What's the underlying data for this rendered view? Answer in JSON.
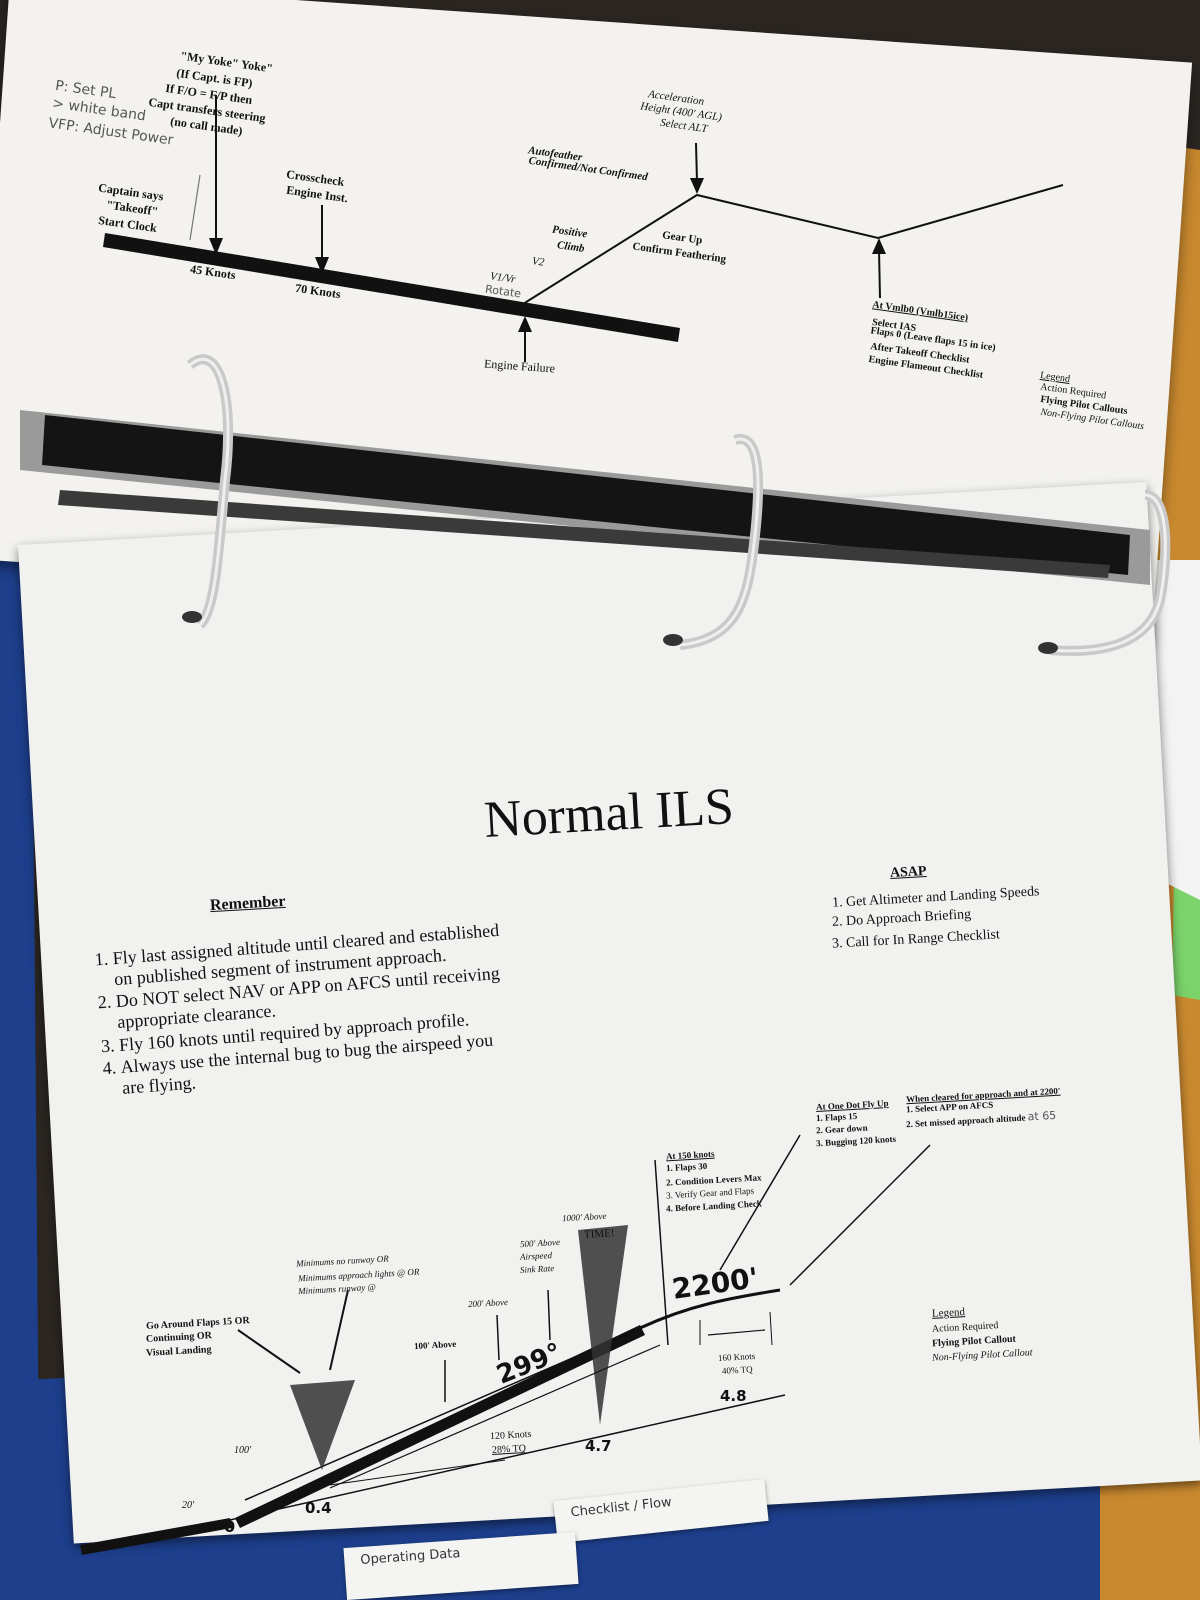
{
  "top_page": {
    "takeoff_callouts": {
      "my_yoke": "\"My Yoke\" Yoke\"",
      "if_capt_fp": "(If Capt. is FP)",
      "if_fo_fp": "If F/O = F/P then",
      "capt_transfers": "Capt transfers steering",
      "no_call": "(no call made)",
      "captain_says": "Captain says",
      "takeoff": "\"Takeoff\"",
      "start_clock": "Start Clock",
      "crosscheck": "Crosscheck",
      "engine_inst": "Engine Inst.",
      "knots_45": "45 Knots",
      "knots_70": "70 Knots",
      "v1vr": "V1/Vr",
      "rotate": "Rotate",
      "v2": "V2",
      "positive_climb_1": "Positive",
      "positive_climb_2": "Climb",
      "engine_failure": "Engine Failure",
      "autofeather_1": "Autofeather",
      "autofeather_2": "Confirmed/Not Confirmed",
      "gear_up_1": "Gear Up",
      "gear_up_2": "Confirm Feathering",
      "accel_1": "Acceleration",
      "accel_2": "Height (400' AGL)",
      "accel_3": "Select ALT",
      "vmlb_title": "At Vmlb0 (Vmlb15ice)",
      "vmlb_1": "Select IAS",
      "vmlb_2": "Flaps 0 (Leave flaps 15 in ice)",
      "vmlb_3": "After Takeoff Checklist",
      "vmlb_4": "Engine Flameout Checklist"
    },
    "handwritten": {
      "line1": "P: Set PL",
      "line2": "> white band",
      "line3": "VFP: Adjust Power"
    },
    "legend": {
      "title": "Legend",
      "action": "Action Required",
      "flying": "Flying Pilot Callouts",
      "nonflying": "Non-Flying Pilot Callouts"
    }
  },
  "bottom_page": {
    "title": "Normal ILS",
    "remember": {
      "heading": "Remember",
      "items": [
        "Fly last assigned altitude until cleared and established on published segment of instrument approach.",
        "Do NOT select NAV or APP on AFCS until receiving appropriate clearance.",
        "Fly 160 knots until required by approach profile.",
        "Always use the internal bug to bug the airspeed you are flying."
      ]
    },
    "asap": {
      "heading": "ASAP",
      "items": [
        "Get Altimeter and Landing Speeds",
        "Do Approach Briefing",
        "Call for In Range Checklist"
      ]
    },
    "profile": {
      "one_dot_title": "At One Dot Fly Up",
      "one_dot_1": "1. Flaps 15",
      "one_dot_2": "2. Gear down",
      "one_dot_3": "3. Bugging 120 knots",
      "cleared_title": "When cleared for approach and at 2200'",
      "cleared_1": "1. Select APP on AFCS",
      "cleared_2": "2. Set missed approach altitude",
      "cleared_hand": "at 65",
      "at150_title": "At 150 knots",
      "at150_1": "1. Flaps 30",
      "at150_2": "2. Condition Levers Max",
      "at150_3": "3. Verify Gear and Flaps",
      "at150_4": "4. Before Landing Check",
      "alt_2200": "2200'",
      "knots_160": "160 Knots",
      "tq_40": "40% TQ",
      "dist_48": "4.8",
      "dist_47": "4.7",
      "dist_04": "0.4",
      "dist_0": "0",
      "course": "299°",
      "knots_120": "120 Knots",
      "tq_28": "28% TQ",
      "above_1000": "1000' Above",
      "time": "TIME!",
      "above_500_1": "500' Above",
      "above_500_2": "Airspeed",
      "above_500_3": "Sink Rate",
      "above_200": "200' Above",
      "above_100": "100' Above",
      "minimums_1": "Minimums no runway OR",
      "minimums_2": "Minimums approach lights @ OR",
      "minimums_3": "Minimums runway @",
      "go_around_1": "Go Around Flaps 15 OR",
      "go_around_2": "Continuing OR",
      "go_around_3": "Visual Landing",
      "alt_100": "100'",
      "alt_20": "20'"
    },
    "legend": {
      "title": "Legend",
      "action": "Action Required",
      "flying": "Flying Pilot Callout",
      "nonflying": "Non-Flying Pilot Callout"
    }
  },
  "tabs": {
    "checklist": "Checklist / Flow",
    "operating": "Operating Data"
  },
  "colors": {
    "binder_blue": "#1d3f8c",
    "ring_metal": "#c9c9c9",
    "clip_black": "#141414",
    "folder_orange": "#c9892f",
    "accent_green": "#7bd36a"
  }
}
